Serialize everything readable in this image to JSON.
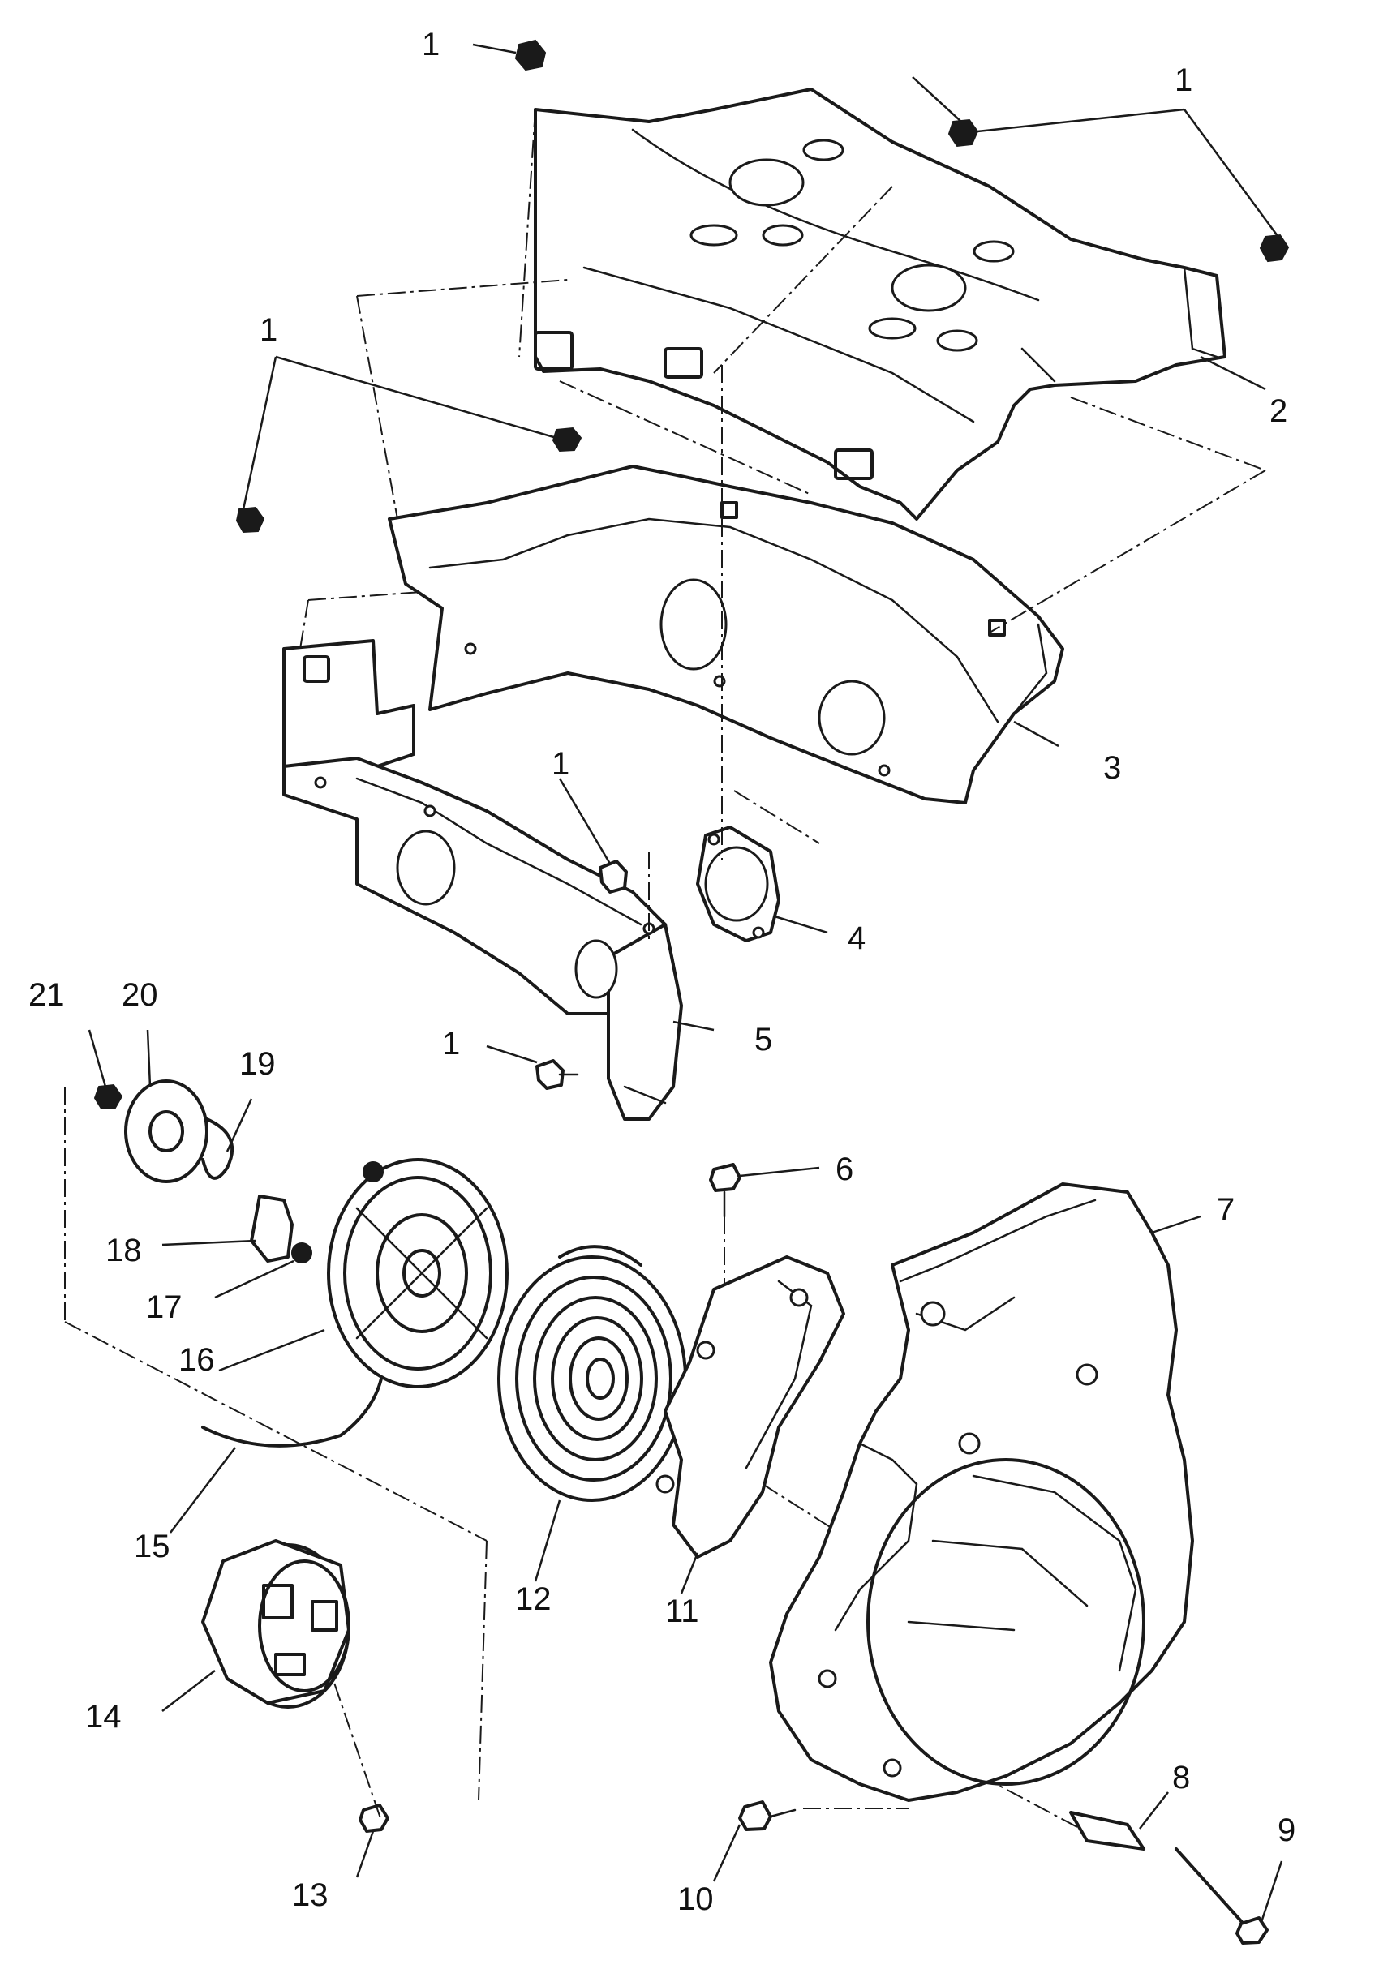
{
  "diagram": {
    "callouts": [
      {
        "id": "c1a",
        "label": "1"
      },
      {
        "id": "c1b",
        "label": "1"
      },
      {
        "id": "c1c",
        "label": "1"
      },
      {
        "id": "c1d",
        "label": "1"
      },
      {
        "id": "c1e",
        "label": "1"
      },
      {
        "id": "c2",
        "label": "2"
      },
      {
        "id": "c3",
        "label": "3"
      },
      {
        "id": "c4",
        "label": "4"
      },
      {
        "id": "c5",
        "label": "5"
      },
      {
        "id": "c6",
        "label": "6"
      },
      {
        "id": "c7",
        "label": "7"
      },
      {
        "id": "c8",
        "label": "8"
      },
      {
        "id": "c9",
        "label": "9"
      },
      {
        "id": "c10",
        "label": "10"
      },
      {
        "id": "c11",
        "label": "11"
      },
      {
        "id": "c12",
        "label": "12"
      },
      {
        "id": "c13",
        "label": "13"
      },
      {
        "id": "c14",
        "label": "14"
      },
      {
        "id": "c15",
        "label": "15"
      },
      {
        "id": "c16",
        "label": "16"
      },
      {
        "id": "c17",
        "label": "17"
      },
      {
        "id": "c18",
        "label": "18"
      },
      {
        "id": "c19",
        "label": "19"
      },
      {
        "id": "c20",
        "label": "20"
      },
      {
        "id": "c21",
        "label": "21"
      }
    ]
  }
}
